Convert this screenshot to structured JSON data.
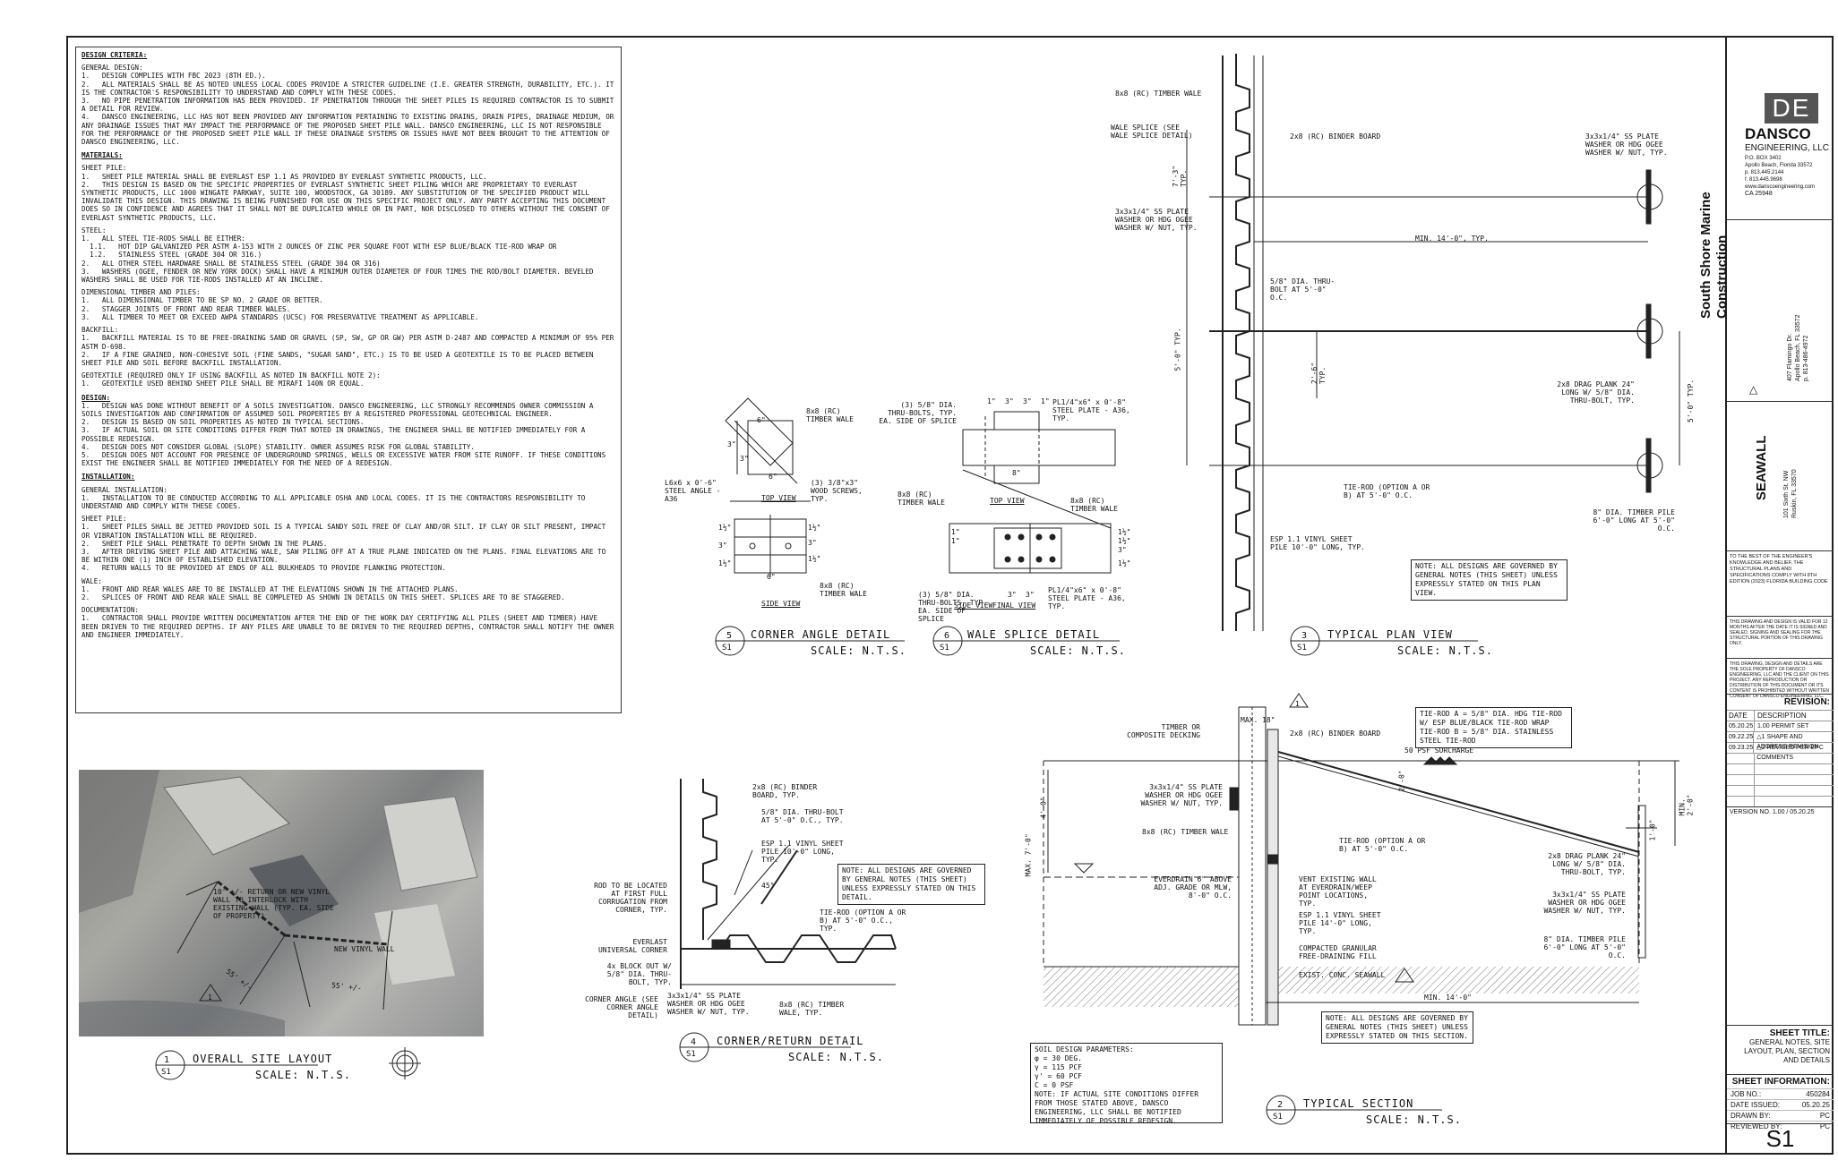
{
  "general_notes": {
    "title": "DESIGN CRITERIA:",
    "sections": [
      {
        "heading": "GENERAL DESIGN:",
        "items": [
          "1.   DESIGN COMPLIES WITH FBC 2023 (8TH ED.).",
          "2.   ALL MATERIALS SHALL BE AS NOTED UNLESS LOCAL CODES PROVIDE A STRICTER GUIDELINE (I.E. GREATER STRENGTH, DURABILITY, ETC.). IT IS THE CONTRACTOR'S RESPONSIBILITY TO UNDERSTAND AND COMPLY WITH THESE CODES.",
          "3.   NO PIPE PENETRATION INFORMATION HAS BEEN PROVIDED. IF PENETRATION THROUGH THE SHEET PILES IS REQUIRED CONTRACTOR IS TO SUBMIT A DETAIL FOR REVIEW.",
          "4.   DANSCO ENGINEERING, LLC HAS NOT BEEN PROVIDED ANY INFORMATION PERTAINING TO EXISTING DRAINS, DRAIN PIPES, DRAINAGE MEDIUM, OR ANY DRAINAGE ISSUES THAT MAY IMPACT THE PERFORMANCE OF THE PROPOSED SHEET PILE WALL. DANSCO ENGINEERING, LLC IS NOT RESPONSIBLE FOR THE PERFORMANCE OF THE PROPOSED SHEET PILE WALL IF THESE DRAINAGE SYSTEMS OR ISSUES HAVE NOT BEEN BROUGHT TO THE ATTENTION OF DANSCO ENGINEERING, LLC."
        ]
      },
      {
        "heading": "MATERIALS:",
        "items": []
      },
      {
        "heading": "SHEET PILE:",
        "items": [
          "1.   SHEET PILE MATERIAL SHALL BE EVERLAST ESP 1.1 AS PROVIDED BY EVERLAST SYNTHETIC PRODUCTS, LLC.",
          "2.   THIS DESIGN IS BASED ON THE SPECIFIC PROPERTIES OF EVERLAST SYNTHETIC SHEET PILING WHICH ARE PROPRIETARY TO EVERLAST SYNTHETIC PRODUCTS, LLC 1000 WINGATE PARKWAY, SUITE 100, WOODSTOCK, GA 30189. ANY SUBSTITUTION OF THE SPECIFIED PRODUCT WILL INVALIDATE THIS DESIGN. THIS DRAWING IS BEING FURNISHED FOR USE ON THIS SPECIFIC PROJECT ONLY. ANY PARTY ACCEPTING THIS DOCUMENT DOES SO IN CONFIDENCE AND AGREES THAT IT SHALL NOT BE DUPLICATED WHOLE OR IN PART, NOR DISCLOSED TO OTHERS WITHOUT THE CONSENT OF EVERLAST SYNTHETIC PRODUCTS, LLC."
        ]
      },
      {
        "heading": "STEEL:",
        "items": [
          "1.   ALL STEEL TIE-RODS SHALL BE EITHER:",
          "  1.1.   HOT DIP GALVANIZED PER ASTM A-153 WITH 2 OUNCES OF ZINC PER SQUARE FOOT WITH ESP BLUE/BLACK TIE-ROD WRAP OR",
          "  1.2.   STAINLESS STEEL (GRADE 304 OR 316.)",
          "2.   ALL OTHER STEEL HARDWARE SHALL BE STAINLESS STEEL (GRADE 304 OR 316)",
          "3.   WASHERS (OGEE, FENDER OR NEW YORK DOCK) SHALL HAVE A MINIMUM OUTER DIAMETER OF FOUR TIMES THE ROD/BOLT DIAMETER. BEVELED WASHERS SHALL BE USED FOR TIE-RODS INSTALLED AT AN INCLINE."
        ]
      },
      {
        "heading": "DIMENSIONAL TIMBER AND PILES:",
        "items": [
          "1.   ALL DIMENSIONAL TIMBER TO BE SP NO. 2 GRADE OR BETTER.",
          "2.   STAGGER JOINTS OF FRONT AND REAR TIMBER WALES.",
          "3.   ALL TIMBER TO MEET OR EXCEED AWPA STANDARDS (UC5C) FOR PRESERVATIVE TREATMENT AS APPLICABLE."
        ]
      },
      {
        "heading": "BACKFILL:",
        "items": [
          "1.   BACKFILL MATERIAL IS TO BE FREE-DRAINING SAND OR GRAVEL (SP, SW, GP OR GW) PER ASTM D-2487 AND COMPACTED A MINIMUM OF 95% PER ASTM D-698.",
          "2.   IF A FINE GRAINED, NON-COHESIVE SOIL (FINE SANDS, \"SUGAR SAND\", ETC.) IS TO BE USED A GEOTEXTILE IS TO BE PLACED BETWEEN SHEET PILE AND SOIL BEFORE BACKFILL INSTALLATION."
        ]
      },
      {
        "heading": "GEOTEXTILE (REQUIRED ONLY IF USING BACKFILL AS NOTED IN BACKFILL NOTE 2):",
        "items": [
          "1.   GEOTEXTILE USED BEHIND SHEET PILE SHALL BE MIRAFI 140N OR EQUAL."
        ]
      },
      {
        "heading": "DESIGN:",
        "items": [
          "1.   DESIGN WAS DONE WITHOUT BENEFIT OF A SOILS INVESTIGATION. DANSCO ENGINEERING, LLC STRONGLY RECOMMENDS OWNER COMMISSION A SOILS INVESTIGATION AND CONFIRMATION OF ASSUMED SOIL PROPERTIES BY A REGISTERED PROFESSIONAL GEOTECHNICAL ENGINEER.",
          "2.   DESIGN IS BASED ON SOIL PROPERTIES AS NOTED IN TYPICAL SECTIONS.",
          "3.   IF ACTUAL SOIL OR SITE CONDITIONS DIFFER FROM THAT NOTED IN DRAWINGS, THE ENGINEER SHALL BE NOTIFIED IMMEDIATELY FOR A POSSIBLE REDESIGN.",
          "4.   DESIGN DOES NOT CONSIDER GLOBAL (SLOPE) STABILITY. OWNER ASSUMES RISK FOR GLOBAL STABILITY.",
          "5.   DESIGN DOES NOT ACCOUNT FOR PRESENCE OF UNDERGROUND SPRINGS, WELLS OR EXCESSIVE WATER FROM SITE RUNOFF. IF THESE CONDITIONS EXIST THE ENGINEER SHALL BE NOTIFIED IMMEDIATELY FOR THE NEED OF A REDESIGN."
        ]
      },
      {
        "heading": "INSTALLATION:",
        "items": []
      },
      {
        "heading": "GENERAL INSTALLATION:",
        "items": [
          "1.   INSTALLATION TO BE CONDUCTED ACCORDING TO ALL APPLICABLE OSHA AND LOCAL CODES. IT IS THE CONTRACTORS RESPONSIBILITY TO UNDERSTAND AND COMPLY WITH THESE CODES."
        ]
      },
      {
        "heading": "SHEET PILE:",
        "items": [
          "1.   SHEET PILES SHALL BE JETTED PROVIDED SOIL IS A TYPICAL SANDY SOIL FREE OF CLAY AND/OR SILT. IF CLAY OR SILT PRESENT, IMPACT OR VIBRATION INSTALLATION WILL BE REQUIRED.",
          "2.   SHEET PILE SHALL PENETRATE TO DEPTH SHOWN IN THE PLANS.",
          "3.   AFTER DRIVING SHEET PILE AND ATTACHING WALE, SAW PILING OFF AT A TRUE PLANE INDICATED ON THE PLANS. FINAL ELEVATIONS ARE TO BE WITHIN ONE (1) INCH OF ESTABLISHED ELEVATION.",
          "4.   RETURN WALLS TO BE PROVIDED AT ENDS OF ALL BULKHEADS TO PROVIDE FLANKING PROTECTION."
        ]
      },
      {
        "heading": "WALE:",
        "items": [
          "1.   FRONT AND REAR WALES ARE TO BE INSTALLED AT THE ELEVATIONS SHOWN IN THE ATTACHED PLANS.",
          "2.   SPLICES OF FRONT AND REAR WALE SHALL BE COMPLETED AS SHOWN IN DETAILS ON THIS SHEET. SPLICES ARE TO BE STAGGERED."
        ]
      },
      {
        "heading": "DOCUMENTATION:",
        "items": [
          "1.   CONTRACTOR SHALL PROVIDE WRITTEN DOCUMENTATION AFTER THE END OF THE WORK DAY CERTIFYING ALL PILES (SHEET AND TIMBER) HAVE BEEN DRIVEN TO THE REQUIRED DEPTHS. IF ANY PILES ARE UNABLE TO BE DRIVEN TO THE REQUIRED DEPTHS, CONTRACTOR SHALL NOTIFY THE OWNER AND ENGINEER IMMEDIATELY."
        ]
      }
    ]
  },
  "site_layout": {
    "return_note": "10' +/- RETURN OR NEW VINYL WALL TO INTERLOCK WITH EXISTING WALL (TYP. EA. SIDE OF PROPERTY)",
    "new_wall": "NEW VINYL WALL",
    "dim1": "55' +/-",
    "dim2": "55' +/-",
    "delta": "1"
  },
  "details": {
    "d1": {
      "num": "1",
      "sheet": "S1",
      "title": "OVERALL SITE LAYOUT",
      "scale": "SCALE:  N.T.S."
    },
    "d2": {
      "num": "2",
      "sheet": "S1",
      "title": "TYPICAL SECTION",
      "scale": "SCALE:  N.T.S."
    },
    "d3": {
      "num": "3",
      "sheet": "S1",
      "title": "TYPICAL PLAN VIEW",
      "scale": "SCALE:  N.T.S."
    },
    "d4": {
      "num": "4",
      "sheet": "S1",
      "title": "CORNER/RETURN DETAIL",
      "scale": "SCALE:  N.T.S."
    },
    "d5": {
      "num": "5",
      "sheet": "S1",
      "title": "CORNER ANGLE DETAIL",
      "scale": "SCALE:  N.T.S."
    },
    "d6": {
      "num": "6",
      "sheet": "S1",
      "title": "WALE SPLICE DETAIL",
      "scale": "SCALE:  N.T.S."
    }
  },
  "corner_angle": {
    "wale_top": "8x8 (RC) TIMBER WALE",
    "angle": "L6x6 x 0'-6\" STEEL ANGLE - A36",
    "screws": "(3) 3/8\"x3\" WOOD SCREWS, TYP.",
    "top_view": "TOP VIEW",
    "side_view": "SIDE VIEW",
    "wale_side": "8x8 (RC) TIMBER WALE",
    "dims": [
      "6\"",
      "3\"",
      "6\"",
      "3\"",
      "6\"",
      "1½\"",
      "3\"",
      "1½\"",
      "1½\"",
      "3\"",
      "1½\""
    ]
  },
  "wale_splice": {
    "bolts": "(3) 5/8\" DIA. THRU-BOLTS, TYP. EA. SIDE OF SPLICE",
    "plate_top": "PL1/4\"x6\" x 0'-8\" STEEL PLATE - A36, TYP.",
    "wale_left": "8x8 (RC) TIMBER WALE",
    "wale_right": "8x8 (RC) TIMBER WALE",
    "top_view": "TOP VIEW",
    "side_view": "SIDE VIEW",
    "final_view": "FINAL VIEW",
    "bolts_bottom": "(3) 5/8\" DIA. THRU-BOLTS, TYP. EA. SIDE OF SPLICE",
    "plate_bottom": "PL1/4\"x6\" x 0'-8\" STEEL PLATE - A36, TYP.",
    "dims": [
      "1\"",
      "3\"",
      "3\"",
      "1\"",
      "8\"",
      "3\"",
      "3\"",
      "1\"",
      "1\"",
      "1½\"",
      "1½\"",
      "3\"",
      "1½\""
    ]
  },
  "plan_view": {
    "wale": "8x8 (RC) TIMBER WALE",
    "splice": "WALE SPLICE (SEE WALE SPLICE DETAIL)",
    "binder": "2x8 (RC) BINDER BOARD",
    "washer_l": "3x3x1/4\" SS PLATE WASHER OR HDG OGEE WASHER W/ NUT, TYP.",
    "washer_r": "3x3x1/4\" SS PLATE WASHER OR HDG OGEE WASHER W/ NUT, TYP.",
    "min": "MIN. 14'-0\", TYP.",
    "thru_bolt": "5/8\" DIA. THRU-BOLT AT 5'-0\" O.C.",
    "dim_73": "7'-3\" TYP.",
    "dim_50": "5'-0\" TYP.",
    "dim_26": "2'-6\" TYP.",
    "dim_50r": "5'-0\" TYP.",
    "drag_plank": "2x8 DRAG PLANK 24\" LONG W/ 5/8\" DIA. THRU-BOLT, TYP.",
    "tie_rod": "TIE-ROD (OPTION A OR B) AT 5'-0\" O.C.",
    "timber_pile": "8\" DIA. TIMBER PILE 6'-0\" LONG AT 5'-0\" O.C.",
    "sheet_pile": "ESP 1.1 VINYL SHEET PILE 10'-0\" LONG, TYP.",
    "note": "NOTE:  ALL DESIGNS ARE GOVERNED BY GENERAL NOTES (THIS SHEET) UNLESS EXPRESSLY STATED ON THIS PLAN VIEW."
  },
  "corner_return": {
    "binder": "2x8 (RC) BINDER BOARD, TYP.",
    "thru_bolt": "5/8\" DIA. THRU-BOLT AT 5'-0\" O.C., TYP.",
    "sheet_pile": "ESP 1.1 VINYL SHEET PILE 10'-0\" LONG, TYP.",
    "rod": "ROD TO BE LOCATED AT FIRST FULL CORRUGATION FROM CORNER, TYP.",
    "tie_rod": "TIE-ROD (OPTION A OR B) AT 5'-0\" O.C., TYP.",
    "universal": "EVERLAST UNIVERSAL CORNER",
    "block": "4x BLOCK OUT W/ 5/8\" DIA. THRU-BOLT, TYP.",
    "angle": "CORNER ANGLE (SEE CORNER ANGLE DETAIL)",
    "washer": "3x3x1/4\" SS PLATE WASHER OR HDG OGEE WASHER W/ NUT, TYP.",
    "wale": "8x8 (RC) TIMBER WALE, TYP.",
    "angle_deg": "45°",
    "note": "NOTE:  ALL DESIGNS ARE GOVERNED BY GENERAL NOTES (THIS SHEET) UNLESS EXPRESSLY STATED ON THIS DETAIL."
  },
  "section": {
    "timber": "TIMBER OR COMPOSITE DECKING",
    "max18": "MAX. 18\"",
    "binder": "2x8 (RC) BINDER BOARD",
    "tie_opts": "TIE-ROD A = 5/8\" DIA. HDG TIE-ROD W/ ESP BLUE/BLACK TIE-ROD WRAP\nTIE-ROD B = 5/8\" DIA. STAINLESS STEEL TIE-ROD",
    "surcharge": "50 PSF SURCHARGE",
    "washer_l": "3x3x1/4\" SS PLATE WASHER OR HDG OGEE WASHER W/ NUT, TYP.",
    "wale": "8x8 (RC) TIMBER WALE",
    "tie_rod": "TIE-ROD (OPTION A OR B) AT 5'-0\" O.C.",
    "everdrain": "EVERDRAIN 6\" ABOVE ADJ. GRADE OR MLW, 8'-0\" O.C.",
    "vent": "VENT EXISTING WALL AT EVERDRAIN/WEEP POINT LOCATIONS, TYP.",
    "sheet_pile": "ESP 1.1 VINYL SHEET PILE 14'-0\" LONG, TYP.",
    "fill": "COMPACTED GRANULAR FREE-DRAINING FILL",
    "exist": "EXIST. CONC. SEAWALL",
    "drag_plank": "2x8 DRAG PLANK 24\" LONG W/ 5/8\" DIA. THRU-BOLT, TYP.",
    "washer_r": "3x3x1/4\" SS PLATE WASHER OR HDG OGEE WASHER W/ NUT, TYP.",
    "timber_pile": "8\" DIA. TIMBER PILE 6'-0\" LONG AT 5'-0\" O.C.",
    "min14": "MIN. 14'-0\"",
    "max70": "MAX. 7'-0\"",
    "dim40": "4'-0\"",
    "dim20": "2'-0\"",
    "min20": "MIN. 2'-0\"",
    "dim10": "1'-0\"",
    "note": "NOTE:  ALL DESIGNS ARE GOVERNED BY GENERAL NOTES (THIS SHEET) UNLESS EXPRESSLY STATED ON THIS SECTION.",
    "soil_title": "SOIL DESIGN PARAMETERS:",
    "soil": [
      "φ = 30 DEG.",
      "γ = 115 PCF",
      "γ' = 60 PCF",
      "C = 0 PSF"
    ],
    "soil_note": "NOTE:  IF ACTUAL SITE CONDITIONS DIFFER FROM THOSE STATED ABOVE, DANSCO ENGINEERING, LLC SHALL BE NOTIFIED IMMEDIATELY OF POSSIBLE REDESIGN.",
    "delta": "1"
  },
  "title_block": {
    "logo": "DE",
    "firm": "DANSCO",
    "firm_sub": "ENGINEERING, LLC",
    "firm_addr": [
      "P.O. BOX 3402",
      "Apollo Beach, Florida 33572",
      "p. 813.445.2144",
      "f. 813.445.9698",
      "www.danscoengineering.com"
    ],
    "ca": "CA 25948",
    "client": "South Shore Marine Construction",
    "client_addr": [
      "407 Flamingo Dr.",
      "Apollo Beach, FL 33572",
      "p. 813-486-4972"
    ],
    "project": "SEAWALL",
    "project_addr": [
      "101 Sixth St. NW",
      "Ruskin, FL 33570"
    ],
    "cert": "TO THE BEST OF THE ENGINEER'S KNOWLEDGE AND BELIEF, THE STRUCTURAL PLANS AND SPECIFICATIONS COMPLY WITH 8TH EDITION (2023) FLORIDA BUILDING CODE",
    "seal_note": "THIS DRAWING AND DESIGN IS VALID FOR 12 MONTHS AFTER THE DATE IT IS SIGNED AND SEALED. SIGNING AND SEALING FOR THE STRUCTURAL PORTION OF THIS DRAWING ONLY.",
    "copyright": "THIS DRAWING, DESIGN AND DETAILS ARE THE SOLE PROPERTY OF DANSCO ENGINEERING, LLC AND THE CLIENT ON THIS PROJECT.  ANY REPRODUCTION OR DISTRIBUTION OF THIS DOCUMENT OR ITS CONTENT IS PROHIBITED WITHOUT WRITTEN CONSENT OF DANSCO ENGINEERING, LLC.",
    "revision_title": "REVISION:",
    "rev_head": [
      "DATE",
      "DESCRIPTION"
    ],
    "revisions": [
      [
        "05.20.25",
        "1.00   PERMIT SET"
      ],
      [
        "09.22.25",
        "△1  SHAPE AND ADDRESS REVISION"
      ],
      [
        "09.23.25",
        "△2  REVISED PER EPC COMMENTS"
      ],
      [
        "",
        ""
      ],
      [
        "",
        ""
      ],
      [
        "",
        ""
      ],
      [
        "",
        ""
      ],
      [
        "",
        ""
      ]
    ],
    "version": "VERSION NO. 1.00 / 05.20.25",
    "sheet_title_lbl": "SHEET TITLE:",
    "sheet_title": "GENERAL NOTES, SITE LAYOUT, PLAN, SECTION AND DETAILS",
    "sheet_info_lbl": "SHEET INFORMATION:",
    "info": [
      [
        "JOB NO.:",
        "450284"
      ],
      [
        "DATE ISSUED:",
        "05.20.25"
      ],
      [
        "DRAWN BY:",
        "PC"
      ],
      [
        "REVIEWED BY:",
        "PC"
      ]
    ],
    "sheet_no": "S1"
  }
}
